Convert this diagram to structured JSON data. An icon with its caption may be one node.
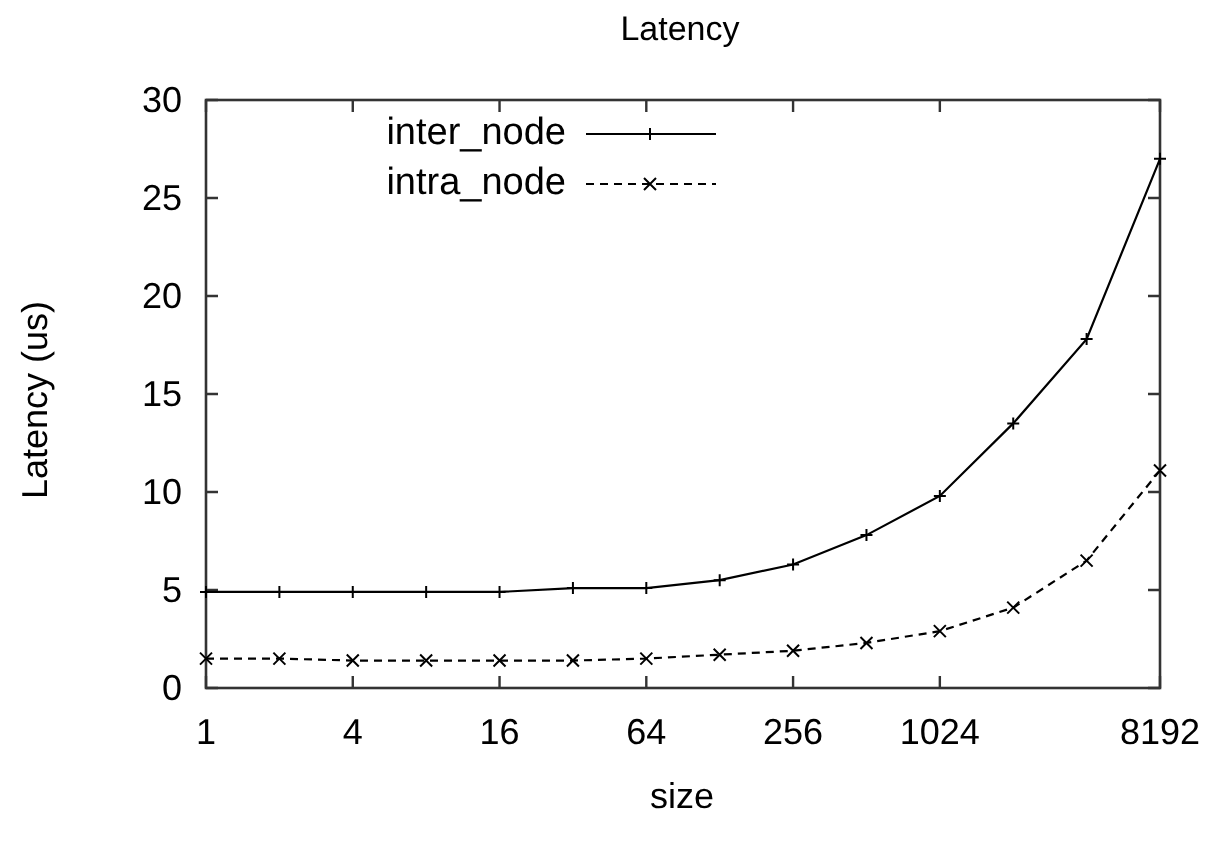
{
  "diagram": {
    "chart_data": {
      "type": "line",
      "title": "Latency",
      "xlabel": "size",
      "ylabel": "Latency (us)",
      "categories": [
        "1",
        null,
        "4",
        null,
        "16",
        null,
        "64",
        null,
        "256",
        null,
        "1024",
        null,
        null,
        "8192"
      ],
      "series": [
        {
          "name": "inter_node",
          "color": "#000000",
          "marker": "plus",
          "line_style": "solid",
          "values": [
            4.9,
            4.9,
            4.9,
            4.9,
            4.9,
            5.1,
            5.1,
            5.5,
            6.3,
            7.8,
            9.8,
            13.5,
            17.8,
            27.0
          ]
        },
        {
          "name": "intra_node",
          "color": "#000000",
          "marker": "x",
          "line_style": "dashed",
          "values": [
            1.5,
            1.5,
            1.4,
            1.4,
            1.4,
            1.4,
            1.5,
            1.7,
            1.9,
            2.3,
            2.9,
            4.1,
            6.5,
            11.1
          ]
        }
      ],
      "legend": "upper left",
      "ylim": [
        0,
        30
      ],
      "yticks": [
        0,
        5,
        10,
        15,
        20,
        25,
        30
      ]
    }
  }
}
